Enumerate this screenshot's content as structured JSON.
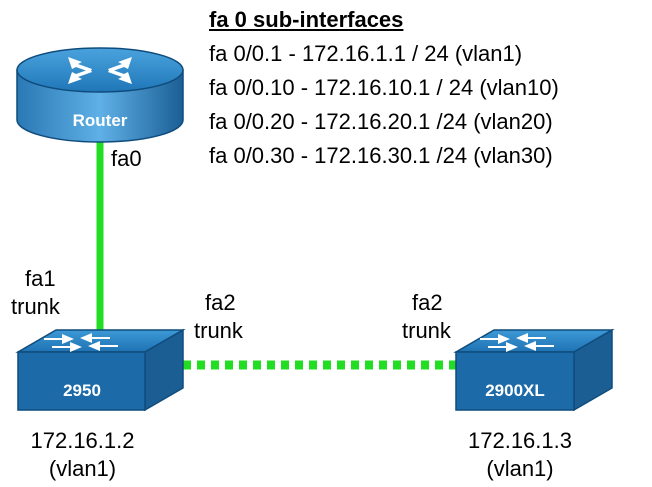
{
  "router": {
    "label": "Router",
    "port": "fa0"
  },
  "subinterfaces": {
    "title": "fa 0 sub-interfaces",
    "items": [
      "fa 0/0.1 - 172.16.1.1 / 24 (vlan1)",
      "fa 0/0.10 - 172.16.10.1 / 24 (vlan10)",
      "fa 0/0.20 - 172.16.20.1 /24 (vlan20)",
      "fa 0/0.30 - 172.16.30.1 /24 (vlan30)"
    ]
  },
  "switch1": {
    "label": "2950",
    "ip": "172.16.1.2",
    "vlan": "(vlan1)",
    "uplink_port": "fa1",
    "uplink_mode": "trunk",
    "link_port": "fa2",
    "link_mode": "trunk"
  },
  "switch2": {
    "label": "2900XL",
    "ip": "172.16.1.3",
    "vlan": "(vlan1)",
    "link_port": "fa2",
    "link_mode": "trunk"
  },
  "colors": {
    "link": "#22dd22",
    "device_top": "#2a86c4",
    "device_side": "#1b5e94",
    "device_front": "#155d96",
    "arrow": "#ffffff"
  }
}
